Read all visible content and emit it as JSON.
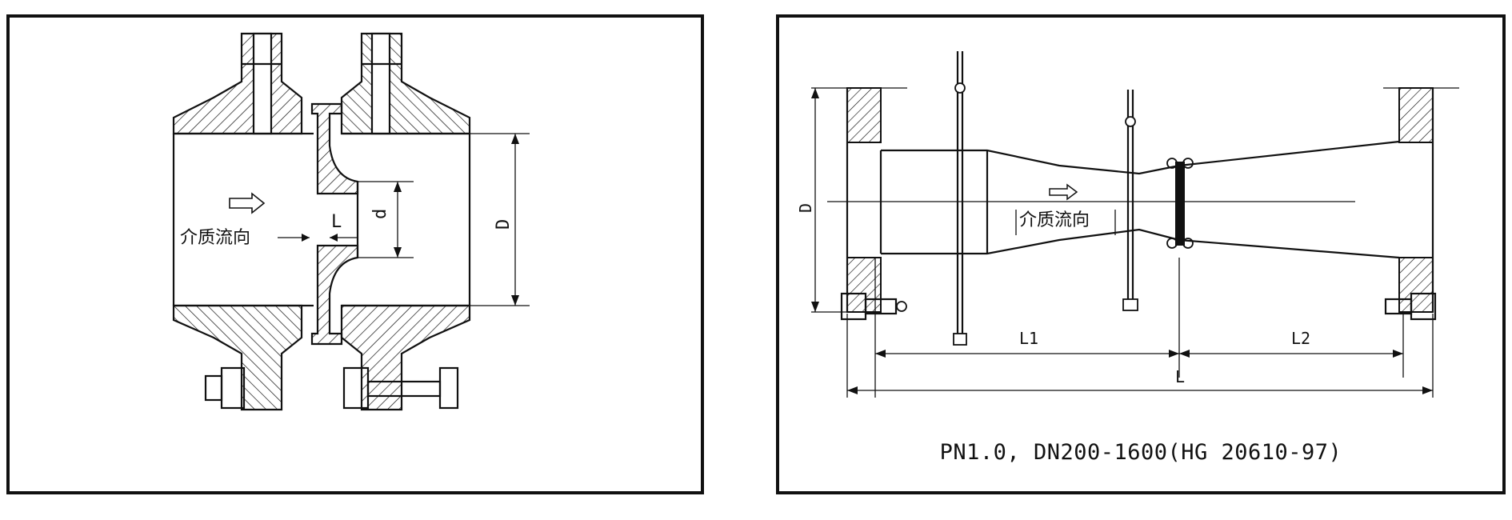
{
  "left_diagram": {
    "flow_label": "介质流向",
    "dim_L": "L",
    "dim_d": "d",
    "dim_D": "D"
  },
  "right_diagram": {
    "flow_label": "介质流向",
    "dim_D": "D",
    "dim_L1": "L1",
    "dim_L2": "L2",
    "dim_L": "L",
    "spec_caption": "PN1.0, DN200-1600(HG 20610-97)"
  }
}
